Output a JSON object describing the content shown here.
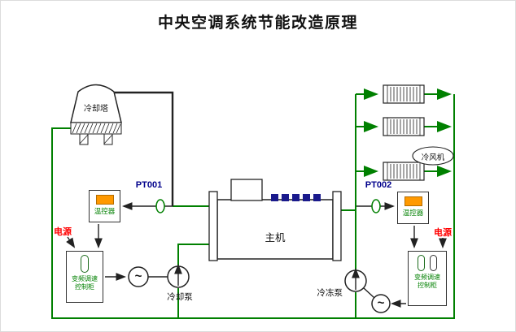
{
  "title": "中央空调系统节能改造原理",
  "colors": {
    "pipe-green": "#008000",
    "line-dark": "#222222",
    "navy": "#1a1a8c",
    "orange": "#ff9900",
    "power-red": "#ff0000",
    "label-green": "#008000",
    "pt-blue": "#00008b"
  },
  "components": {
    "cooling_tower": {
      "label": "冷却塔"
    },
    "sensor_left": {
      "label": "PT001"
    },
    "sensor_right": {
      "label": "PT002"
    },
    "thermostat_left": {
      "label": "温控器"
    },
    "thermostat_right": {
      "label": "温控器"
    },
    "power_left": {
      "label": "电源"
    },
    "power_right": {
      "label": "电源"
    },
    "vfd_left": {
      "label_line1": "变频调速",
      "label_line2": "控制柜"
    },
    "vfd_right": {
      "label_line1": "变频调速",
      "label_line2": "控制柜"
    },
    "motor_symbol": "~",
    "cooling_pump": {
      "label": "冷却泵"
    },
    "chilled_pump": {
      "label": "冷冻泵"
    },
    "main_unit": {
      "label": "主机"
    },
    "fan_cooler": {
      "label": "冷风机"
    }
  }
}
